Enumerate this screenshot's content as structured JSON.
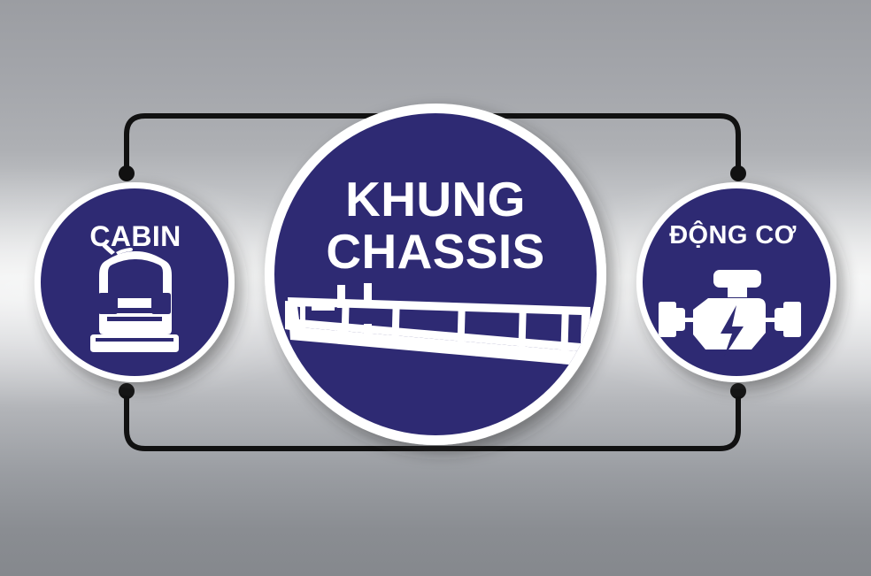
{
  "diagram": {
    "title": "KHUNG CHASSIS",
    "background_color_top": "#9b9da2",
    "background_color_mid": "#eceded",
    "background_color_bottom": "#85888d",
    "node_fill_color": "#2e2a73",
    "node_ring_color": "#ffffff",
    "connector_color": "#111111",
    "nodes": [
      {
        "id": "cabin",
        "label": "CABIN",
        "icon": "truck-cabin-front-icon",
        "position": "left"
      },
      {
        "id": "chassis",
        "label_line_1": "KHUNG",
        "label_line_2": "CHASSIS",
        "icon": "ladder-chassis-frame-icon",
        "position": "center"
      },
      {
        "id": "engine",
        "label": "ĐỘNG CƠ",
        "icon": "engine-block-lightning-icon",
        "position": "right"
      }
    ],
    "connectors": [
      {
        "id": "cabin-top-to-engine-top",
        "from": "cabin",
        "to": "engine",
        "route": "top"
      },
      {
        "id": "cabin-bottom-to-engine-bottom",
        "from": "cabin",
        "to": "engine",
        "route": "bottom"
      }
    ]
  }
}
